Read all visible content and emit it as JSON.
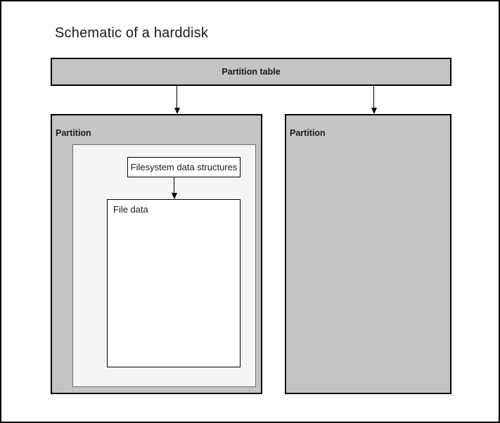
{
  "title": "Schematic of a harddisk",
  "partition_table": {
    "label": "Partition table"
  },
  "partitions": {
    "left": {
      "label": "Partition",
      "filesystem_box_label": "Filesystem data structures",
      "file_data_label": "File data"
    },
    "right": {
      "label": "Partition"
    }
  },
  "colors": {
    "partition_fill": "#c4c4c4",
    "inner_container_fill": "#f5f5f5",
    "box_fill": "#ffffff",
    "border": "#000000",
    "inner_container_border": "#6e6e6e",
    "text": "#1a1a1a"
  }
}
